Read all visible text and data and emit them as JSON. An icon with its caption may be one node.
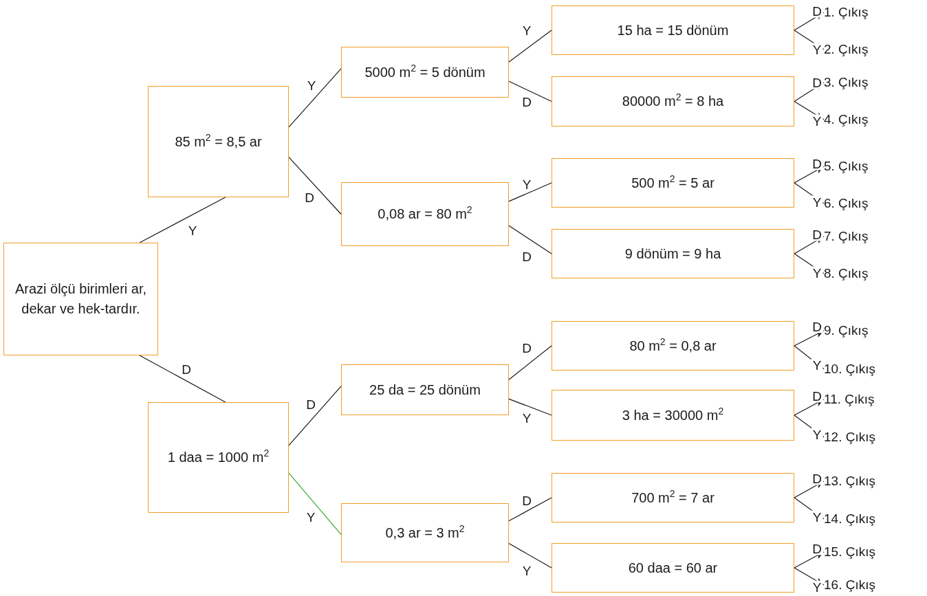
{
  "diagram": {
    "nodes": [
      {
        "text": [
          "Arazi ölçü birimleri ar, dekar ve hek-tardır."
        ]
      },
      {
        "text": [
          "85 m$^{2}$ = 8,5 ar"
        ]
      },
      {
        "text": [
          "1 daa = 1000 m$^{2}$"
        ]
      },
      {
        "text": [
          "5000 m$^{2}$ = 5 dönüm"
        ]
      },
      {
        "text": [
          "0,08 ar = 80 m$^{2}$"
        ]
      },
      {
        "text": [
          "25 da = 25 dönüm"
        ]
      },
      {
        "text": [
          "0,3 ar = 3 m$^{2}$"
        ]
      },
      {
        "text": [
          "15 ha = 15 dönüm"
        ]
      },
      {
        "text": [
          "80000 m$^{2}$ = 8 ha"
        ]
      },
      {
        "text": [
          "500 m$^{2}$ = 5 ar"
        ]
      },
      {
        "text": [
          "9 dönüm = 9 ha"
        ]
      },
      {
        "text": [
          "80 m$^{2}$ = 0,8 ar"
        ]
      },
      {
        "text": [
          "3 ha = 30000 m$^{2}$"
        ]
      },
      {
        "text": [
          "700 m$^{2}$ = 7 ar"
        ]
      },
      {
        "text": [
          "60 daa = 60 ar"
        ]
      },
      {
        "text": [
          "1. Çıkış"
        ]
      },
      {
        "text": [
          "2. Çıkış"
        ]
      },
      {
        "text": [
          "3. Çıkış"
        ]
      },
      {
        "text": [
          "4. Çıkış"
        ]
      },
      {
        "text": [
          "5. Çıkış"
        ]
      },
      {
        "text": [
          "6. Çıkış"
        ]
      },
      {
        "text": [
          "7. Çıkış"
        ]
      },
      {
        "text": [
          "8. Çıkış"
        ]
      },
      {
        "text": [
          "9. Çıkış"
        ]
      },
      {
        "text": [
          "10. Çıkış"
        ]
      },
      {
        "text": [
          "11. Çıkış"
        ]
      },
      {
        "text": [
          "12. Çıkış"
        ]
      },
      {
        "text": [
          "13. Çıkış"
        ]
      },
      {
        "text": [
          "14. Çıkış"
        ]
      },
      {
        "text": [
          "15. Çıkış"
        ]
      },
      {
        "text": [
          "16. Çıkış"
        ]
      }
    ],
    "edges": [
      {
        "from": 0,
        "to": 1,
        "arrow": "none",
        "label": "Y"
      },
      {
        "from": 0,
        "to": 2,
        "arrow": "none",
        "label": "D"
      },
      {
        "from": 1,
        "to": 3,
        "arrow": "none",
        "label": "Y"
      },
      {
        "from": 1,
        "to": 4,
        "arrow": "none",
        "label": "D"
      },
      {
        "from": 2,
        "to": 5,
        "arrow": "none",
        "label": "D"
      },
      {
        "from": 2,
        "to": 6,
        "arrow": "none",
        "label": "Y",
        "color": "#3aa935"
      },
      {
        "from": 3,
        "to": 7,
        "arrow": "none",
        "label": "Y"
      },
      {
        "from": 3,
        "to": 8,
        "arrow": "none",
        "label": "D"
      },
      {
        "from": 4,
        "to": 9,
        "arrow": "none",
        "label": "Y"
      },
      {
        "from": 4,
        "to": 10,
        "arrow": "none",
        "label": "D"
      },
      {
        "from": 5,
        "to": 11,
        "arrow": "none",
        "label": "D"
      },
      {
        "from": 5,
        "to": 12,
        "arrow": "none",
        "label": "Y"
      },
      {
        "from": 6,
        "to": 13,
        "arrow": "none",
        "label": "D"
      },
      {
        "from": 6,
        "to": 14,
        "arrow": "none",
        "label": "Y"
      },
      {
        "from": 7,
        "to": 15,
        "arrow": "to",
        "label": "D"
      },
      {
        "from": 7,
        "to": 16,
        "arrow": "to",
        "label": "Y"
      },
      {
        "from": 8,
        "to": 17,
        "arrow": "to",
        "label": "D"
      },
      {
        "from": 8,
        "to": 18,
        "arrow": "to",
        "label": "Y"
      },
      {
        "from": 9,
        "to": 19,
        "arrow": "to",
        "label": "D"
      },
      {
        "from": 9,
        "to": 20,
        "arrow": "to",
        "label": "Y"
      },
      {
        "from": 10,
        "to": 21,
        "arrow": "to",
        "label": "D"
      },
      {
        "from": 10,
        "to": 22,
        "arrow": "to",
        "label": "Y"
      },
      {
        "from": 11,
        "to": 23,
        "arrow": "to",
        "label": "D"
      },
      {
        "from": 11,
        "to": 24,
        "arrow": "to",
        "label": "Y"
      },
      {
        "from": 12,
        "to": 25,
        "arrow": "to",
        "label": "D"
      },
      {
        "from": 12,
        "to": 26,
        "arrow": "to",
        "label": "Y"
      },
      {
        "from": 13,
        "to": 27,
        "arrow": "to",
        "label": "D"
      },
      {
        "from": 13,
        "to": 28,
        "arrow": "to",
        "label": "Y"
      },
      {
        "from": 14,
        "to": 29,
        "arrow": "to",
        "label": "D"
      },
      {
        "from": 14,
        "to": 30,
        "arrow": "to",
        "label": "Y"
      }
    ]
  }
}
